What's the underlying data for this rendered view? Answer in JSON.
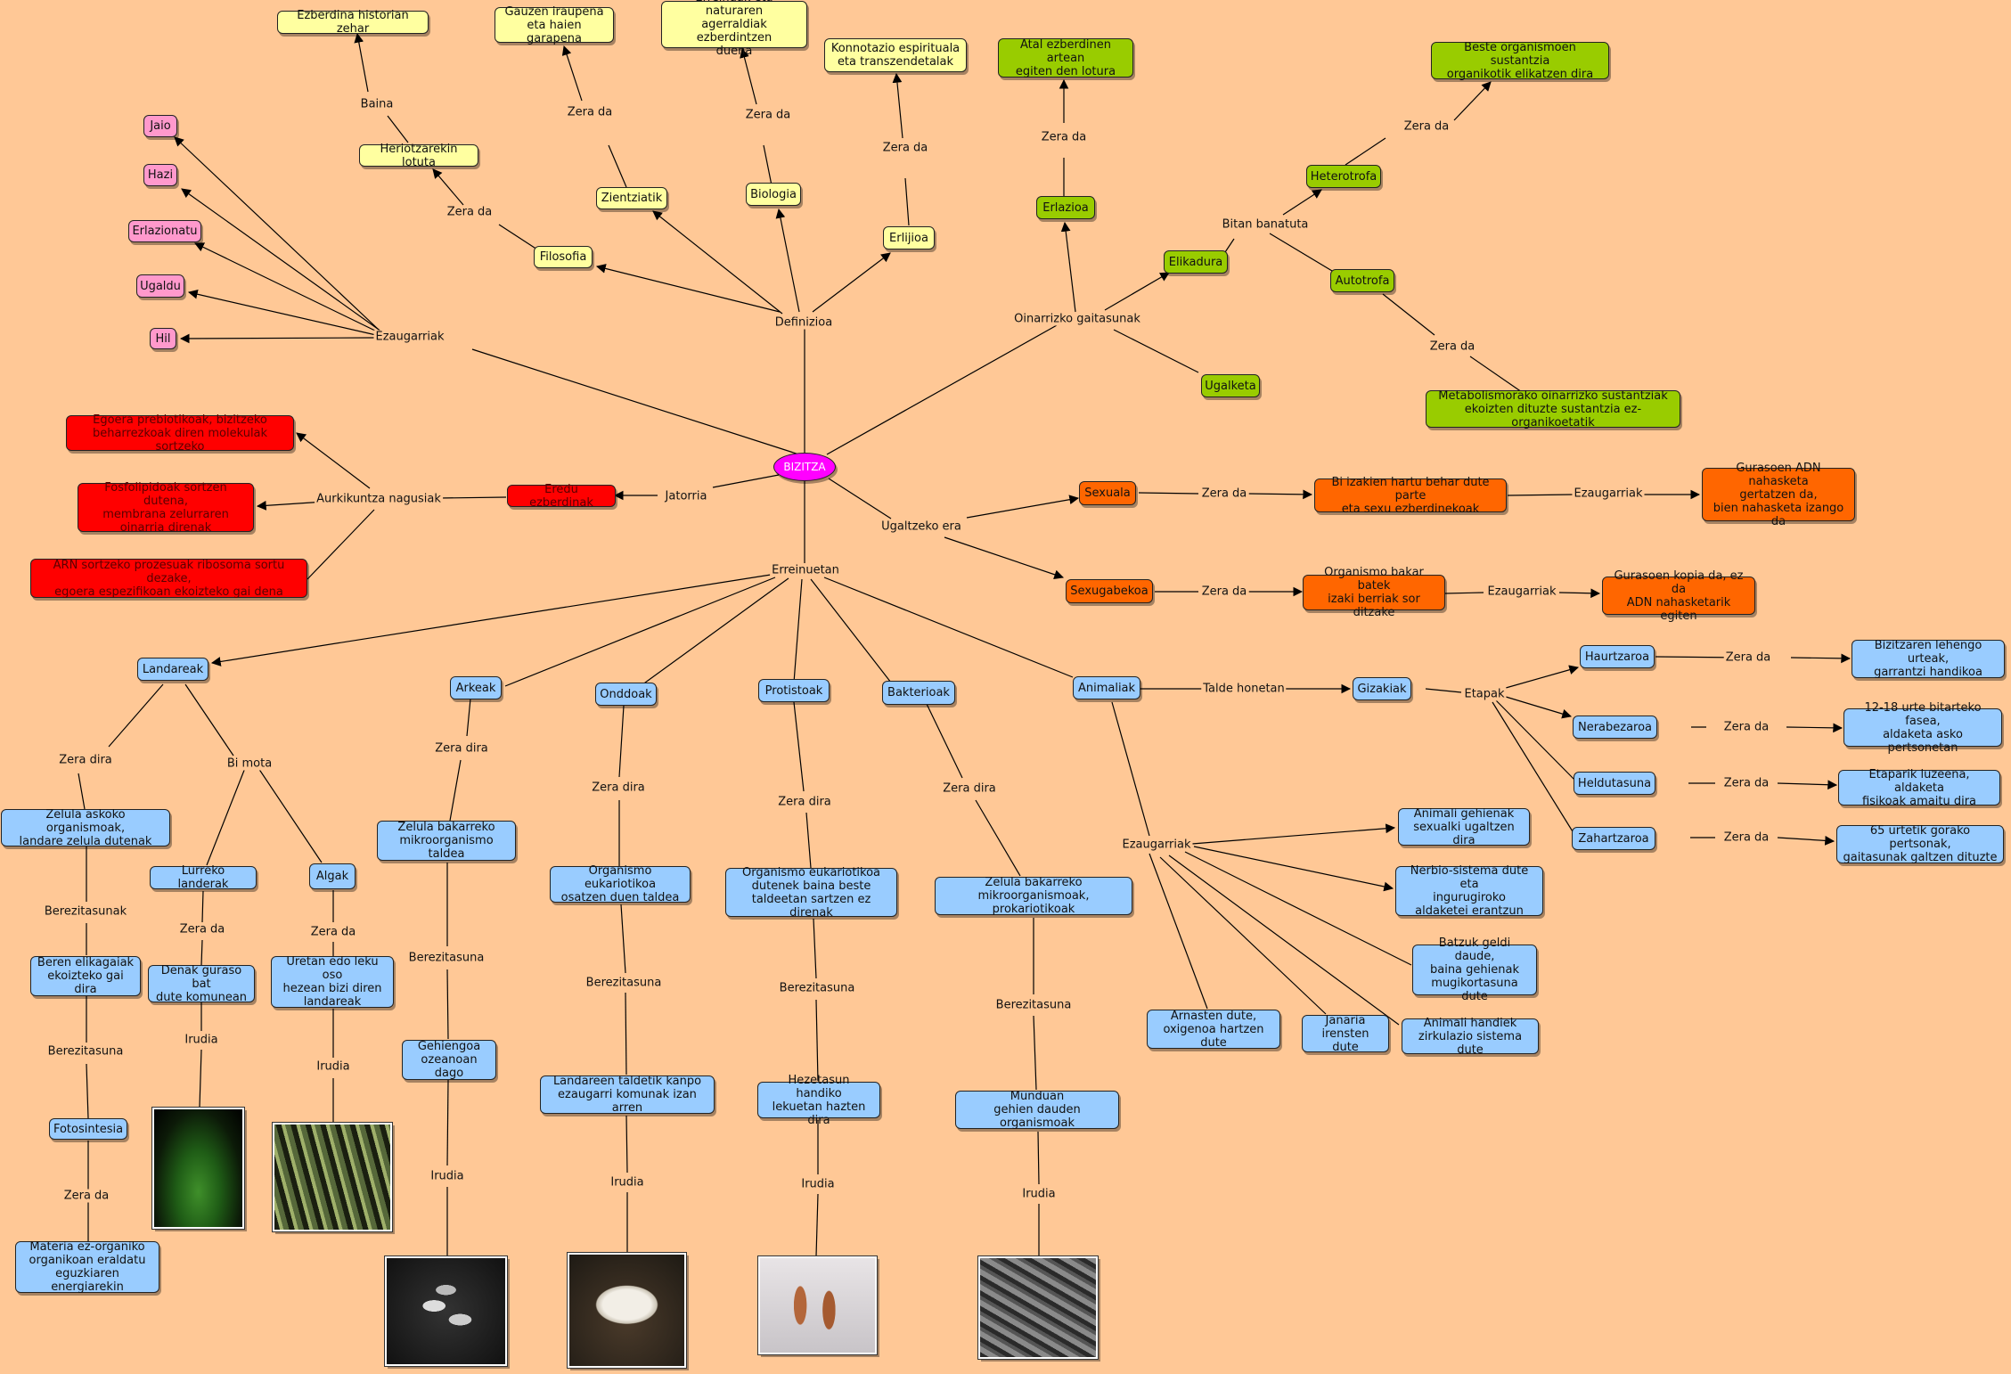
{
  "center": "BIZITZA",
  "definizioa": {
    "link": "Definizioa",
    "filosofia": "Filosofia",
    "zera_da_1": "Zera da",
    "heriotza": "Heriotzarekin lotuta",
    "baina": "Baina",
    "ezberdina": "Ezberdina historian zehar",
    "zientziatik": "Zientziatik",
    "zera_da_2": "Zera da",
    "gauzen": "Gauzen iraupena\neta haien garapena",
    "biologia": "Biologia",
    "zera_da_3": "Zera da",
    "erreinuak_nat": "Erreinuak eta naturaren\nagerraldiak ezberdintzen\nduena",
    "erlijioa": "Erlijioa",
    "zera_da_4": "Zera da",
    "konnotazio": "Konnotazio espirituala\neta transzendetalak"
  },
  "ezaugarriak": {
    "link": "Ezaugarriak",
    "items": [
      "Jaio",
      "Hazi",
      "Erlazionatu",
      "Ugaldu",
      "Hil"
    ]
  },
  "oinarrizko": {
    "link": "Oinarrizko gaitasunak",
    "erlazioa": "Erlazioa",
    "zera_da_er": "Zera da",
    "atal": "Atal ezberdinen artean\negiten den lotura",
    "elikadura": "Elikadura",
    "bitan": "Bitan banatuta",
    "heterotrofa": "Heterotrofa",
    "zera_da_het": "Zera da",
    "beste": "Beste organismoen sustantzia\norganikotik elikatzen dira",
    "autotrofa": "Autotrofa",
    "zera_da_aut": "Zera da",
    "metabolismo": "Metabolismorako oinarrizko sustantziak\nekoizten dituzte sustantzia ez-organikoetatik",
    "ugalketa": "Ugalketa"
  },
  "jatorria": {
    "link": "Jatorria",
    "eredu": "Eredu ezberdinak",
    "aurkikuntza": "Aurkikuntza nagusiak",
    "egoera": "Egoera prebiotikoak, bizitzeko\nbeharrezkoak diren molekulak sortzeko",
    "fosfolipidoak": "Fosfolipidoak sortzen dutena,\nmembrana zelurraren\noinarria direnak",
    "arn": "ARN sortzeko prozesuak ribosoma sortu dezake,\negoera espezifikoan ekoizteko gai dena"
  },
  "ugaltzeko": {
    "link": "Ugaltzeko era",
    "sexuala": "Sexuala",
    "zera_da_s": "Zera da",
    "bi_izakien": "Bi izakien hartu behar dute parte\neta sexu ezberdinekoak",
    "ezaug_s": "Ezaugarriak",
    "gurasoen_adn": "Gurasoen ADN nahasketa\ngertatzen da,\nbien nahasketa izango da",
    "sexugabekoa": "Sexugabekoa",
    "zera_da_sg": "Zera da",
    "organismo_bakar": "Organismo bakar batek\nizaki berriak sor ditzake",
    "ezaug_sg": "Ezaugarriak",
    "gurasoen_kopia": "Gurasoen kopia da, ez da\nADN nahasketarik egiten"
  },
  "erreinuetan": {
    "link": "Erreinuetan",
    "landareak": "Landareak",
    "zera_dira_l": "Zera dira",
    "zelula_askoko": "Zelula askoko organismoak,\nlandare zelula dutenak",
    "berezitasunak": "Berezitasunak",
    "beren_elikagaiak": "Beren elikagaiak\nekoizteko gai dira",
    "berezitasuna_l": "Berezitasuna",
    "fotosintesia": "Fotosintesia",
    "zera_da_f": "Zera da",
    "materia": "Materia ez-organiko\norganikoan eraldatu\neguzkiaren energiarekin",
    "bi_mota": "Bi mota",
    "lurreko": "Lurreko landerak",
    "zera_da_lur": "Zera da",
    "denak_guraso": "Denak guraso bat\ndute komunean",
    "irudia_lur": "Irudia",
    "algak": "Algak",
    "zera_da_alg": "Zera da",
    "uretan": "Uretan edo leku oso\nhezean bizi diren\nlandareak",
    "irudia_alg": "Irudia",
    "arkeak": "Arkeak",
    "zera_dira_a": "Zera dira",
    "zelula_bak_a": "Zelula bakarreko\nmikroorganismo taldea",
    "berezitasuna_a": "Berezitasuna",
    "gehiengoa": "Gehiengoa\nozeanoan dago",
    "irudia_a": "Irudia",
    "onddoak": "Onddoak",
    "zera_dira_o": "Zera dira",
    "organismo_euk_o": "Organismo eukariotikoa\nosatzen duen taldea",
    "berezitasuna_o": "Berezitasuna",
    "landareen": "Landareen taldetik kanpo\nezaugarri komunak izan arren",
    "irudia_o": "Irudia",
    "protistoak": "Protistoak",
    "zera_dira_p": "Zera dira",
    "organismo_euk_p": "Organismo eukariotikoa\ndutenek baina beste\ntaldeetan sartzen ez direnak",
    "berezitasuna_p": "Berezitasuna",
    "hezetasun": "Hezetasun handiko\nlekuetan hazten dira",
    "irudia_p": "Irudia",
    "bakterioak": "Bakterioak",
    "zera_dira_b": "Zera dira",
    "zelula_bak_b": "Zelula bakarreko\nmikroorganismoak, prokariotikoak",
    "berezitasuna_b": "Berezitasuna",
    "munduan": "Munduan\ngehien dauden organismoak",
    "irudia_b": "Irudia",
    "animaliak": "Animaliak",
    "talde": "Talde honetan",
    "gizakiak": "Gizakiak",
    "etapak": "Etapak",
    "hautzaroa": "Haurtzaroa",
    "zera_da_h": "Zera da",
    "bizitzaren": "Bizitzaren lehengo urteak,\ngarrantzi handikoa",
    "nerabezaroa": "Nerabezaroa",
    "zera_da_n": "Zera da",
    "urte_12_18": "12-18 urte bitarteko fasea,\naldaketa asko pertsonetan",
    "heldutasuna": "Heldutasuna",
    "zera_da_hel": "Zera da",
    "etaparik": "Etaparik luzeena, aldaketa\nfisikoak amaitu dira",
    "zahartzaroa": "Zahartzaroa",
    "zera_da_z": "Zera da",
    "urte_65": "65 urtetik gorako pertsonak,\ngaitasunak galtzen dituzte",
    "ezaug_an": "Ezaugarriak",
    "animali_gehienak": "Animali gehienak\nsexualki ugaltzen dira",
    "nerbio": "Nerbio-sistema dute eta\ningurugiroko\naldaketei erantzun",
    "batzuk": "Batzuk geldi daude,\nbaina gehienak\nmugikortasuna dute",
    "animali_handiek": "Animali handiek\nzirkulazio sistema dute",
    "janaria": "Janaria\nirensten dute",
    "arnasten": "Arnasten dute,\noxigenoa hartzen dute"
  },
  "colors": {
    "background": "#FFC896",
    "yellow": "#FFFFA0",
    "green": "#99CC00",
    "orange": "#FF6600",
    "red": "#FF0000",
    "pink": "#FF99CC",
    "blue": "#99CCFF",
    "center": "#FF00FF"
  },
  "icons": [
    "plant-photo",
    "algae-photo",
    "archaea-photo",
    "mushroom-photo",
    "protist-photo",
    "bacteria-photo"
  ]
}
